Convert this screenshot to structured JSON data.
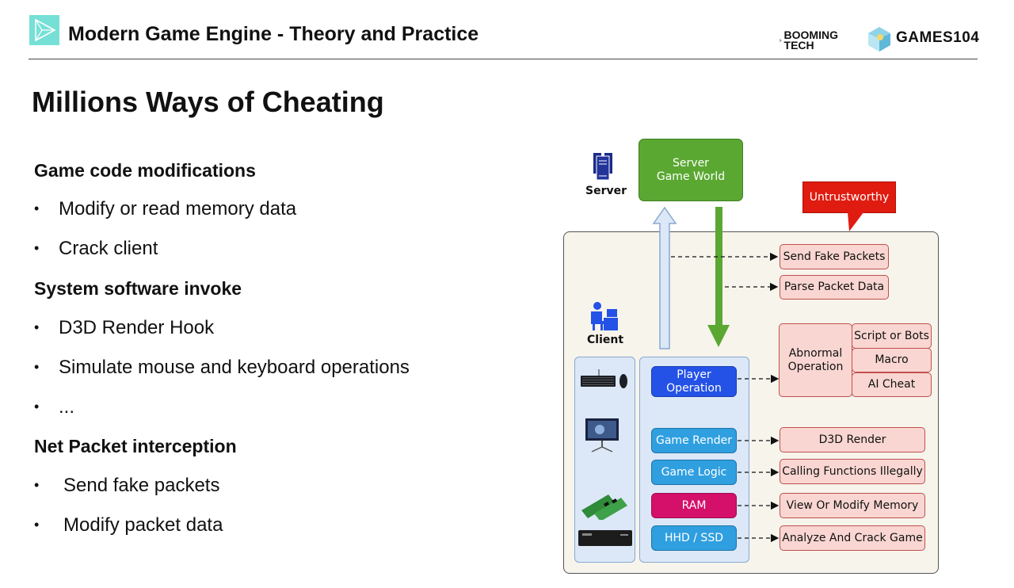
{
  "header": {
    "title": "Modern Game Engine - Theory and Practice",
    "brand_booming_line1": "BOOMING",
    "brand_booming_line2": "TECH",
    "brand_games": "GAMES104"
  },
  "slide": {
    "title": "Millions Ways of Cheating",
    "sections": [
      {
        "heading": "Game code modifications",
        "bullets": [
          "Modify or read memory data",
          "Crack client"
        ]
      },
      {
        "heading": "System software invoke",
        "bullets": [
          "D3D Render Hook",
          "Simulate mouse and keyboard operations",
          "..."
        ]
      },
      {
        "heading": "Net Packet interception",
        "bullets": [
          "Send fake packets",
          "Modify packet data"
        ]
      }
    ],
    "bullet_glyph": "•"
  },
  "diagram": {
    "server_label": "Server",
    "server_box": "Server\nGame World",
    "server_box_line1": "Server",
    "server_box_line2": "Game World",
    "client_label": "Client",
    "callout": "Untrustworthy",
    "packet_attacks": [
      "Send Fake Packets",
      "Parse Packet Data"
    ],
    "player_operation_line1": "Player",
    "player_operation_line2": "Operation",
    "abnormal_line1": "Abnormal",
    "abnormal_line2": "Operation",
    "abnormal_types": [
      "Script or Bots",
      "Macro",
      "AI Cheat"
    ],
    "modules": [
      {
        "name": "Game Render",
        "attack": "D3D Render",
        "color": "#2f9fe0"
      },
      {
        "name": "Game Logic",
        "attack": "Calling Functions Illegally",
        "color": "#2f9fe0"
      },
      {
        "name": "RAM",
        "attack": "View Or Modify Memory",
        "color": "#d4106a"
      },
      {
        "name": "HHD / SSD",
        "attack": "Analyze And Crack Game",
        "color": "#2f9fe0"
      }
    ],
    "colors": {
      "server_green": "#5aa832",
      "callout_red": "#e01b10",
      "player_blue": "#2452e6",
      "client_panel": "#dce8f8",
      "client_bg": "#f7f4ec"
    }
  }
}
